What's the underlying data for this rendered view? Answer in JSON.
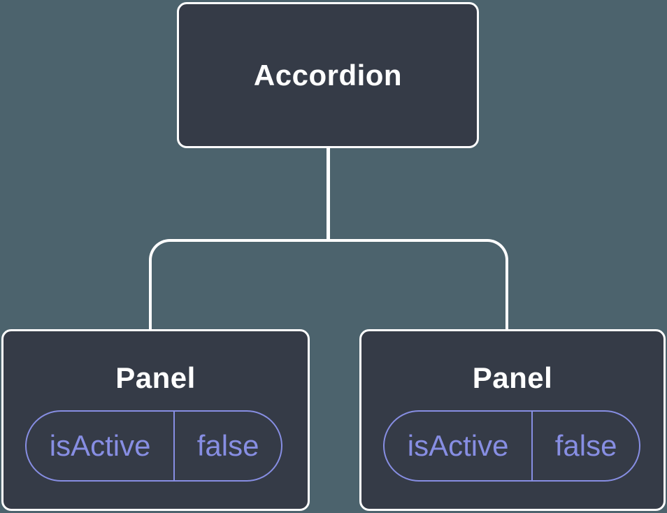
{
  "tree": {
    "root": {
      "label": "Accordion"
    },
    "children": [
      {
        "label": "Panel",
        "props": [
          {
            "name": "isActive",
            "value": "false"
          }
        ]
      },
      {
        "label": "Panel",
        "props": [
          {
            "name": "isActive",
            "value": "false"
          }
        ]
      }
    ]
  },
  "colors": {
    "canvas_background": "#4C636D",
    "node_background": "#353B47",
    "node_border": "#FFFFFF",
    "node_label_text": "#FFFFFF",
    "connector": "#FFFFFF",
    "state_accent": "#878EE3"
  }
}
